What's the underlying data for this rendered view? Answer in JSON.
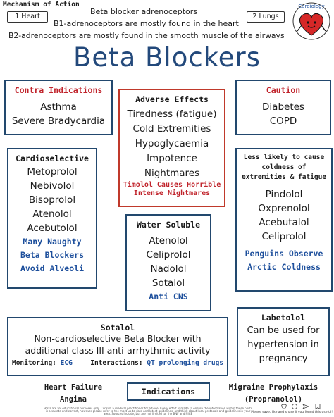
{
  "mechanism": {
    "label": "Mechanism of Action",
    "heart_pill": "1 Heart",
    "lungs_pill": "2 Lungs",
    "line1": "Beta blocker adrenoceptors",
    "line2": "B1-adrenoceptors are mostly found in the heart",
    "line3": "B2-adrenoceptors are mostly found in the smooth muscle of the airways"
  },
  "logo": {
    "text": "Cardiology"
  },
  "title": "Beta Blockers",
  "contra": {
    "heading": "Contra Indications",
    "items": [
      "Asthma",
      "Severe Bradycardia"
    ]
  },
  "adverse": {
    "heading": "Adverse Effects",
    "items": [
      "Tiredness (fatigue)",
      "Cold Extremities",
      "Hypoglycaemia",
      "Impotence",
      "Nightmares"
    ],
    "mnemonic": [
      "Timolol Causes Horrible",
      "Intense Nightmares"
    ]
  },
  "caution": {
    "heading": "Caution",
    "items": [
      "Diabetes",
      "COPD"
    ]
  },
  "cardioselective": {
    "heading": "Cardioselective",
    "items": [
      "Metoprolol",
      "Nebivolol",
      "Bisoprolol",
      "Atenolol",
      "Acebutolol"
    ],
    "mnemonic": [
      "Many Naughty",
      "Beta Blockers",
      "Avoid Alveoli"
    ]
  },
  "water": {
    "heading": "Water Soluble",
    "items": [
      "Atenolol",
      "Celiprolol",
      "Nadolol",
      "Sotalol"
    ],
    "mnemonic": "Anti CNS"
  },
  "cold": {
    "heading": [
      "Less likely to cause",
      "coldness of",
      "extremities & fatigue"
    ],
    "items": [
      "Pindolol",
      "Oxprenolol",
      "Acebutalol",
      "Celiprolol"
    ],
    "mnemonic": [
      "Penguins Observe",
      "Arctic Coldness"
    ]
  },
  "sotalol": {
    "heading": "Sotalol",
    "desc1": "Non-cardioselective Beta Blocker with",
    "desc2": "additional class III anti-arrhythmic activity",
    "monitoring_label": "Monitoring:",
    "monitoring_value": "ECG",
    "interactions_label": "Interactions:",
    "interactions_value": "QT prolonging drugs"
  },
  "labetolol": {
    "heading": "Labetolol",
    "lines": [
      "Can be used for",
      "hypertension in",
      "pregnancy"
    ]
  },
  "indications": {
    "label": "Indications",
    "left": [
      "Heart Failure",
      "Angina"
    ],
    "right": [
      "Migraine Prophylaxis",
      "(Propranolol)"
    ]
  },
  "footer": {
    "disclaimer": "Posts are for educational purposes only. Consult a medical practitioner for advice. Every effort is made to ensure the information within these posts is accurate and correct, however please refer to the most up to date and latest guidelines, and think about local protocols and guidelines in your area. Sources include, but are not limited to, the BNF and NICE",
    "share": "Please save, like and share if you found this useful!"
  },
  "colors": {
    "title": "#23497b",
    "red": "#c0232b",
    "blue": "#1d4f9c",
    "border": "#22486e"
  }
}
